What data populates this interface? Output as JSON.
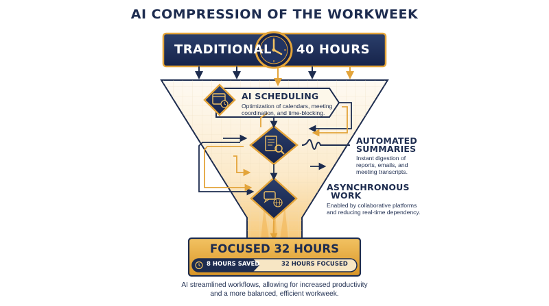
{
  "title": "AI COMPRESSION OF THE WORKWEEK",
  "banner": {
    "left": "TRADITIONAL",
    "right": "40 HOURS"
  },
  "steps": [
    {
      "title": "AI SCHEDULING",
      "desc": [
        "Optimization of calendars, meeting",
        "coordination, and time-blocking."
      ]
    },
    {
      "title": [
        "AUTOMATED",
        "SUMMARIES"
      ],
      "desc": [
        "Instant digestion of",
        "reports, emails, and",
        "meeting transcripts."
      ]
    },
    {
      "title": [
        "ASYNCHRONOUS",
        "WORK"
      ],
      "desc": [
        "Enabled by collaborative platforms",
        "and reducing real-time dependency."
      ]
    }
  ],
  "result": {
    "title": "FOCUSED 32 HOURS",
    "saved": "8 HOURS SAVED",
    "focused": "32 HOURS FOCUSED"
  },
  "footer": [
    "AI streamlined workflows, allowing for increased productivity",
    "and a more balanced, efficient workweek."
  ],
  "colors": {
    "navy": "#1d2c4f",
    "gold": "#e3a43a",
    "light": "#f7e6c4"
  },
  "icons": [
    "clock-icon",
    "calendar-clock-icon",
    "document-search-icon",
    "chat-globe-icon"
  ]
}
